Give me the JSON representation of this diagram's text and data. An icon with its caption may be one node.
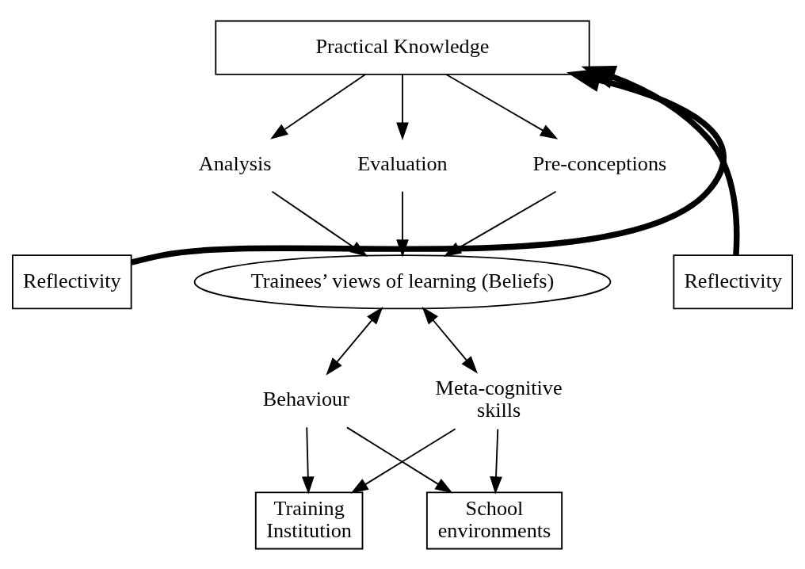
{
  "diagram": {
    "nodes": [
      {
        "text": [
          "Practical Knowledge"
        ]
      },
      {
        "text": [
          "Analysis"
        ]
      },
      {
        "text": [
          "Evaluation"
        ]
      },
      {
        "text": [
          "Pre-conceptions"
        ]
      },
      {
        "text": [
          "Reflectivity"
        ]
      },
      {
        "text": [
          "Trainees’ views of learning (Beliefs)"
        ]
      },
      {
        "text": [
          "Reflectivity"
        ]
      },
      {
        "text": [
          "Behaviour"
        ]
      },
      {
        "text": [
          "Meta-cognitive skills"
        ]
      },
      {
        "text": [
          "Training Institution"
        ]
      },
      {
        "text": [
          "School environments"
        ]
      }
    ],
    "edges": [
      {
        "from": 0,
        "to": 1,
        "arrow": "to"
      },
      {
        "from": 0,
        "to": 2,
        "arrow": "to"
      },
      {
        "from": 0,
        "to": 3,
        "arrow": "to"
      },
      {
        "from": 1,
        "to": 5,
        "arrow": "to"
      },
      {
        "from": 2,
        "to": 5,
        "arrow": "to"
      },
      {
        "from": 3,
        "to": 5,
        "arrow": "to"
      },
      {
        "from": 5,
        "to": 7,
        "arrow": "both"
      },
      {
        "from": 5,
        "to": 8,
        "arrow": "both"
      },
      {
        "from": 7,
        "to": 9,
        "arrow": "to"
      },
      {
        "from": 7,
        "to": 10,
        "arrow": "to"
      },
      {
        "from": 8,
        "to": 9,
        "arrow": "to"
      },
      {
        "from": 8,
        "to": 10,
        "arrow": "to"
      },
      {
        "from": 4,
        "to": 0,
        "arrow": "to",
        "style": "thick"
      },
      {
        "from": 6,
        "to": 0,
        "arrow": "to",
        "style": "thick"
      }
    ]
  }
}
